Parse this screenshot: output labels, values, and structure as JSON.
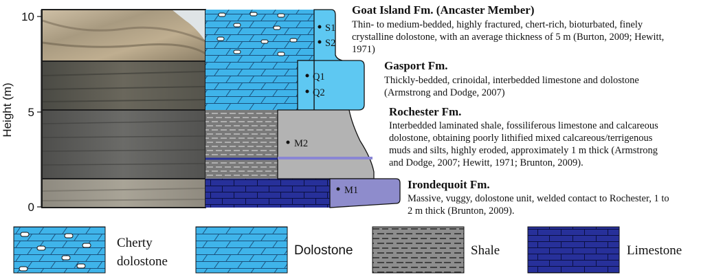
{
  "axis": {
    "ylabel": "Height (m)",
    "ticks": [
      "0",
      "5",
      "10"
    ]
  },
  "samples": {
    "s1": "S1",
    "s2": "S2",
    "q1": "Q1",
    "q2": "Q2",
    "m2": "M2",
    "m1": "M1"
  },
  "units": {
    "goat_island": {
      "title": "Goat Island Fm. (Ancaster Member)",
      "lines": [
        "Thin- to medium-bedded, highly fractured, chert-rich, bioturbated, finely",
        "crystalline dolostone, with an average thickness of 5 m (Burton, 2009; Hewitt,",
        "1971)"
      ]
    },
    "gasport": {
      "title": "Gasport Fm.",
      "lines": [
        "Thickly-bedded, crinoidal, interbedded limestone and dolostone",
        "(Armstrong and Dodge, 2007)"
      ]
    },
    "rochester": {
      "title": "Rochester Fm.",
      "lines": [
        "Interbedded laminated shale, fossiliferous limestone and calcareous",
        "dolostone, obtaining poorly lithified mixed calcareous/terrigenous",
        "muds and silts, highly eroded, approximately 1 m thick (Armstrong",
        "and Dodge, 2007; Hewitt, 1971; Brunton, 2009)."
      ]
    },
    "irondequoit": {
      "title": "Irondequoit Fm.",
      "lines": [
        "Massive, vuggy, dolostone unit, welded contact to Rochester, 1 to",
        "2 m thick (Brunton, 2009)."
      ]
    }
  },
  "legend": {
    "cherty_line1": "Cherty",
    "cherty_line2": "dolostone",
    "dolostone": "Dolostone",
    "shale": "Shale",
    "limestone": "Limestone"
  },
  "colors": {
    "dolostone": "#3fb4ea",
    "profile_light_blue": "#5ec8f2",
    "shale": "#8d8d8d",
    "profile_gray": "#b3b3b3",
    "limestone": "#27309a",
    "profile_purple": "#8e8ccc",
    "purple_band": "#8a86d4"
  }
}
